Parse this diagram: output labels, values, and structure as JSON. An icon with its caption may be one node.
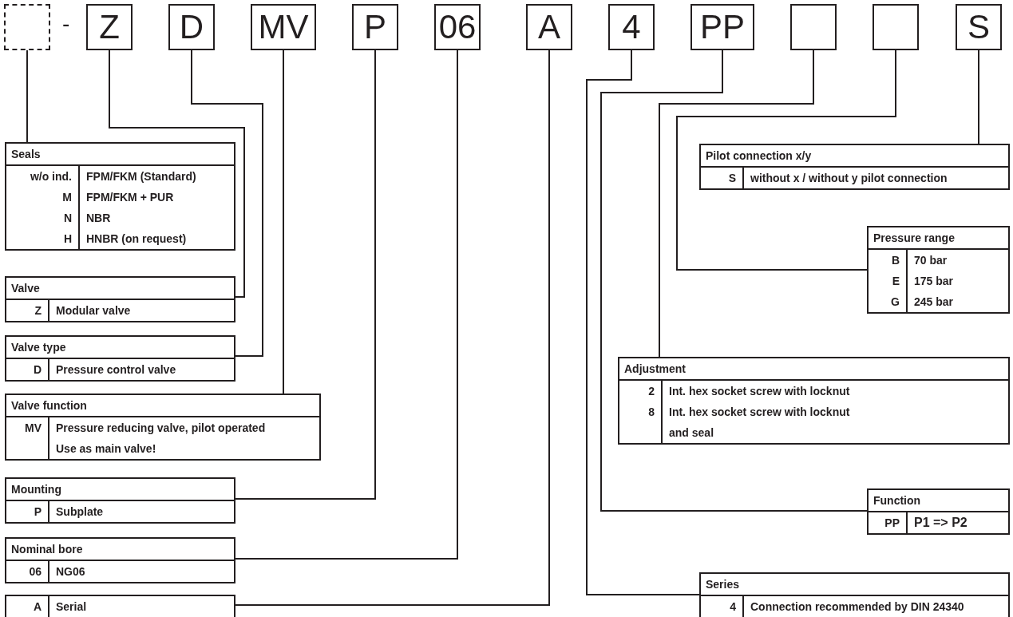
{
  "diagram": {
    "nodes": [
      {
        "text": [],
        "shape": "box"
      },
      {
        "text": [
          "Z"
        ]
      },
      {
        "text": [
          "D"
        ]
      },
      {
        "text": [
          "MV"
        ]
      },
      {
        "text": [
          "P"
        ]
      },
      {
        "text": [
          "06"
        ]
      },
      {
        "text": [
          "A"
        ]
      },
      {
        "text": [
          "4"
        ]
      },
      {
        "text": [
          "PP"
        ]
      },
      {
        "text": [],
        "shape": "box"
      },
      {
        "text": [],
        "shape": "box"
      },
      {
        "text": [
          "S"
        ]
      },
      {
        "text": [
          "Seals",
          "w/o ind.",
          "FPM/FKM (Standard)",
          "M",
          "FPM/FKM + PUR",
          "N",
          "NBR",
          "H",
          "HNBR (on request)"
        ]
      },
      {
        "text": [
          "Valve",
          "Z",
          "Modular valve"
        ]
      },
      {
        "text": [
          "Valve type",
          "D",
          "Pressure control valve"
        ]
      },
      {
        "text": [
          "Valve function",
          "MV",
          "Pressure reducing valve, pilot operated Use as main valve!"
        ]
      },
      {
        "text": [
          "Mounting",
          "P",
          "Subplate"
        ]
      },
      {
        "text": [
          "Nominal bore",
          "06",
          "NG06"
        ]
      },
      {
        "text": [
          "A",
          "Serial"
        ]
      },
      {
        "text": [
          "Pilot connection x/y",
          "S",
          "without x / without y pilot connection"
        ]
      },
      {
        "text": [
          "Pressure range",
          "B",
          "70 bar",
          "E",
          "175 bar",
          "G",
          "245 bar"
        ]
      },
      {
        "text": [
          "Adjustment",
          "2",
          "Int. hex socket screw with locknut",
          "8",
          "Int. hex socket screw with locknut and seal"
        ]
      },
      {
        "text": [
          "Function",
          "PP",
          "P1 => P2"
        ]
      },
      {
        "text": [
          "Series",
          "4",
          "Connection recommended by DIN 24340"
        ]
      }
    ],
    "edges": [
      {
        "from": 0,
        "to": 12,
        "arrow": "none"
      },
      {
        "from": 1,
        "to": 13,
        "arrow": "none"
      },
      {
        "from": 2,
        "to": 14,
        "arrow": "none"
      },
      {
        "from": 3,
        "to": 15,
        "arrow": "none"
      },
      {
        "from": 4,
        "to": 16,
        "arrow": "none"
      },
      {
        "from": 5,
        "to": 17,
        "arrow": "none"
      },
      {
        "from": 6,
        "to": 18,
        "arrow": "none"
      },
      {
        "from": 7,
        "to": 23,
        "arrow": "none"
      },
      {
        "from": 8,
        "to": 22,
        "arrow": "none"
      },
      {
        "from": 9,
        "to": 21,
        "arrow": "none"
      },
      {
        "from": 10,
        "to": 20,
        "arrow": "none"
      },
      {
        "from": 11,
        "to": 19,
        "arrow": "none"
      }
    ],
    "labels": [
      "-"
    ]
  }
}
